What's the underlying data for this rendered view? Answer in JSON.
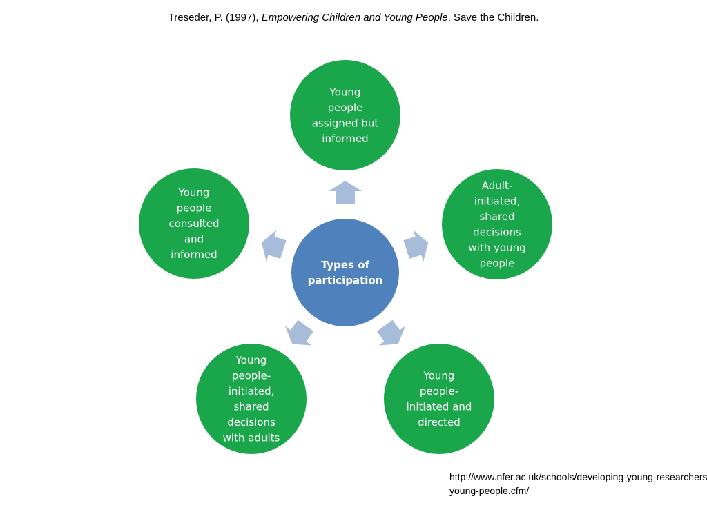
{
  "citation": {
    "prefix": "Treseder, P. (1997), ",
    "title": "Empowering Children and Young People",
    "suffix": ", Save the Children."
  },
  "diagram": {
    "center": {
      "lines": [
        "Types of",
        "participation"
      ]
    },
    "nodes": [
      {
        "id": "top",
        "lines": [
          "Young",
          "people",
          "assigned but",
          "informed"
        ]
      },
      {
        "id": "right",
        "lines": [
          "Adult-",
          "initiated,",
          "shared",
          "decisions",
          "with young",
          "people"
        ]
      },
      {
        "id": "bottom-right",
        "lines": [
          "Young",
          "people-",
          "initiated and",
          "directed"
        ]
      },
      {
        "id": "bottom-left",
        "lines": [
          "Young",
          "people-",
          "initiated,",
          "shared",
          "decisions",
          "with adults"
        ]
      },
      {
        "id": "left",
        "lines": [
          "Young",
          "people",
          "consulted",
          "and",
          "informed"
        ]
      }
    ],
    "colors": {
      "node": "#1aa64a",
      "center": "#4f81bd",
      "arrow": "#a7bcd9"
    }
  },
  "source": {
    "line1": "http://www.nfer.ac.uk/schools/developing-young-researchers/",
    "line2": "young-people.cfm/"
  }
}
